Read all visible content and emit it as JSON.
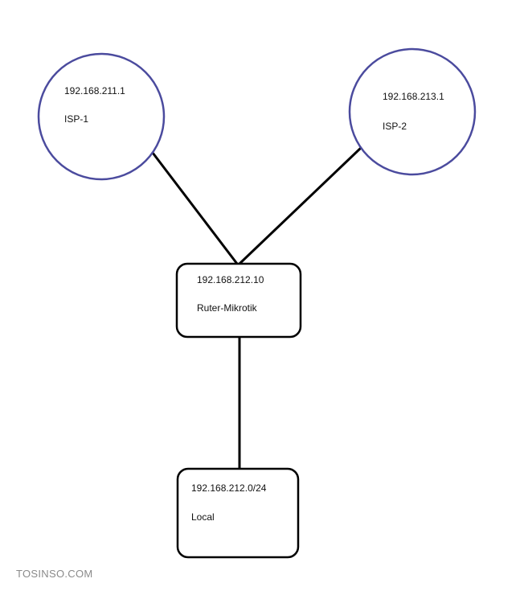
{
  "colors": {
    "circle_stroke": "#4b4b9e",
    "box_stroke": "#000000",
    "line": "#000000",
    "watermark": "#8a8a8a"
  },
  "isp1": {
    "ip": "192.168.211.1",
    "label": "ISP-1"
  },
  "isp2": {
    "ip": "192.168.213.1",
    "label": "ISP-2"
  },
  "router": {
    "ip": "192.168.212.10",
    "label": "Ruter-Mikrotik"
  },
  "local": {
    "ip": "192.168.212.0/24",
    "label": "Local"
  },
  "watermark": "TOSINSO.COM"
}
